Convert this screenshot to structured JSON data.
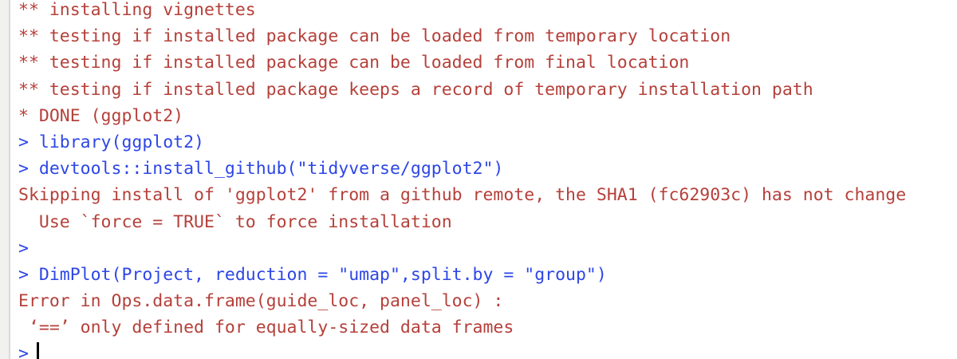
{
  "app": {
    "name": "R console"
  },
  "colors": {
    "background": "#ffffff",
    "error_text": "#b5403a",
    "input_text": "#2d46e6",
    "caret": "#000000",
    "gutter": "#f1f1f0",
    "gutter_border": "#dadada"
  },
  "console": {
    "prompt_symbol": ">",
    "lines": [
      {
        "type": "error",
        "text": "** installing vignettes"
      },
      {
        "type": "error",
        "text": "** testing if installed package can be loaded from temporary location"
      },
      {
        "type": "error",
        "text": "** testing if installed package can be loaded from final location"
      },
      {
        "type": "error",
        "text": "** testing if installed package keeps a record of temporary installation path"
      },
      {
        "type": "error",
        "text": "* DONE (ggplot2)"
      },
      {
        "type": "input",
        "text": "> library(ggplot2)"
      },
      {
        "type": "input",
        "text": "> devtools::install_github(\"tidyverse/ggplot2\")"
      },
      {
        "type": "error",
        "text": "Skipping install of 'ggplot2' from a github remote, the SHA1 (fc62903c) has not change"
      },
      {
        "type": "error",
        "text": "  Use `force = TRUE` to force installation"
      },
      {
        "type": "input",
        "text": ">"
      },
      {
        "type": "input",
        "text": "> DimPlot(Project, reduction = \"umap\",split.by = \"group\")"
      },
      {
        "type": "error",
        "text": "Error in Ops.data.frame(guide_loc, panel_loc) :"
      },
      {
        "type": "error",
        "text": " ‘==’ only defined for equally-sized data frames"
      },
      {
        "type": "input",
        "text": ">",
        "cursor": true
      }
    ]
  }
}
